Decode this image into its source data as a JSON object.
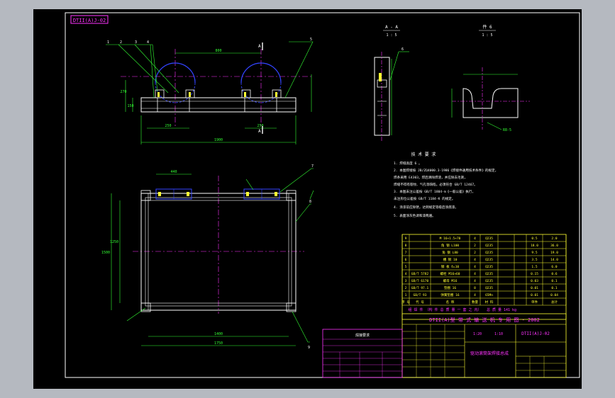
{
  "drawing": {
    "code_box": "DTII(A)J-02",
    "section_aa": {
      "label": "A - A",
      "scale": "1 : 5"
    },
    "section_detail": {
      "label": "件 6",
      "scale": "1 : 5"
    },
    "section_marker": "A",
    "top_view_dims": {
      "overall": "1900",
      "center": "800",
      "left_span": "250",
      "right_span": "250",
      "height1": "270",
      "height2": "150"
    },
    "plan_view_dims": {
      "top": "440",
      "bottom": "1400",
      "bottom_overall": "1750",
      "left": "1250",
      "left_overall": "1500"
    },
    "callouts": [
      "1",
      "2",
      "3",
      "4",
      "5",
      "6",
      "7",
      "8",
      "9"
    ],
    "detail_note": "R8-5",
    "weld_note": "焊接要求",
    "tech_requirements": {
      "title": "技 术 要 求",
      "lines": [
        "1. 焊缝高度 6 。",
        "2. 本图焊接按 JB/ZQ4000.3-1986《焊接件通用技术条件》的规定，",
        "   焊条采用 E4303，焊后清除焊渣，并应除去毛刺，",
        "   焊缝不得有裂纹、气孔等缺陷，必须符合 GB/T 12467。",
        "3. 本图未注公差按 GB/T 1804-m《一般公差》执行，",
        "   未注形位公差按 GB/T 1184-K 的规定。",
        "4. 涂漆前应除锈，达到规定等级后涂底漆。",
        "5. 表面涂灰色调和漆两遍。"
      ]
    },
    "bom": {
      "rows": [
        [
          "9",
          "",
          "M 16×1.5×70",
          "4",
          "Q235",
          "",
          "0.5",
          "2.0"
        ],
        [
          "8",
          "",
          "角 钢 L100",
          "2",
          "Q235",
          "",
          "18.0",
          "36.0"
        ],
        [
          "7",
          "",
          "角 钢 L80",
          "2",
          "Q235",
          "",
          "9.5",
          "19.0"
        ],
        [
          "6",
          "",
          "槽 钢 10",
          "4",
          "Q235",
          "",
          "3.5",
          "14.0"
        ],
        [
          "5",
          "",
          "钢 板 δ=10",
          "4",
          "Q235",
          "",
          "1.5",
          "6.0"
        ],
        [
          "4",
          "GB/T 5782",
          "螺栓 M16×60",
          "4",
          "Q235",
          "",
          "0.15",
          "0.6"
        ],
        [
          "3",
          "GB/T 6170",
          "螺母 M16",
          "4",
          "Q235",
          "",
          "0.03",
          "0.1"
        ],
        [
          "2",
          "GB/T 97.1",
          "垫圈 16",
          "8",
          "Q235",
          "",
          "0.01",
          "0.1"
        ],
        [
          "1",
          "GB/T 93",
          "弹簧垫圈 16",
          "4",
          "65Mn",
          "",
          "0.01",
          "0.04"
        ]
      ],
      "header": [
        "序 号",
        "代 号",
        "名 称",
        "数量",
        "材 料",
        "",
        "单件",
        "总计"
      ],
      "weight_label": "质 量",
      "note_line": "组 焊 件 （构 件 总 质 量 一 套 之 内）",
      "weight_value": "总 质 量 141 kg",
      "series_title": "DTII(A)型 带 式 输 送 机 专 用 图 - 2002",
      "ratio1": "1:20",
      "ratio2": "1:10",
      "drawing_no": "DTII(A)J-02",
      "part_name": "驱动滚筒架焊接总成"
    }
  }
}
